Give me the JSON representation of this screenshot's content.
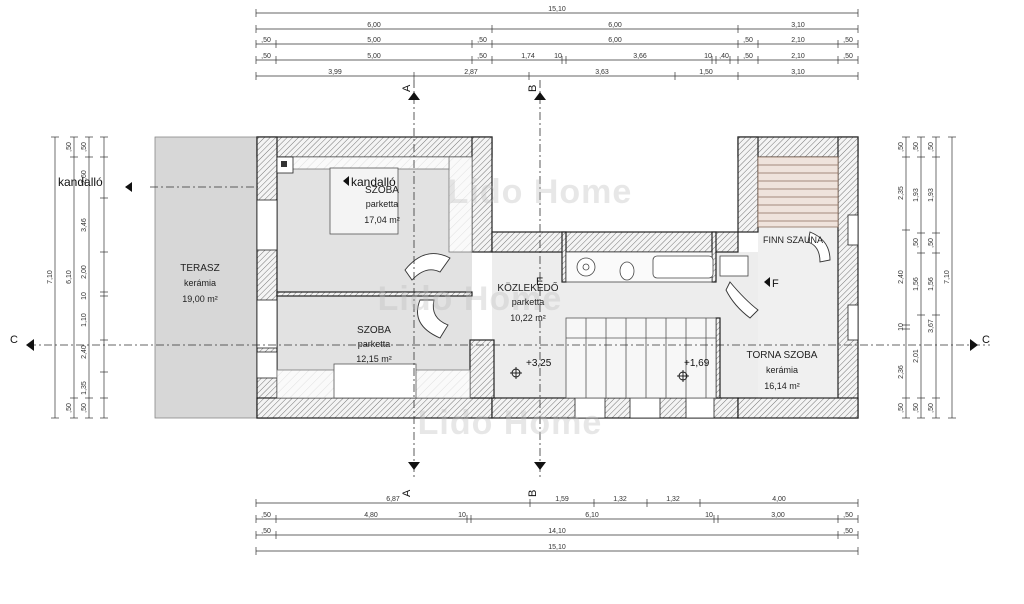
{
  "dims_top": {
    "row1": [
      "15,10"
    ],
    "row2": [
      "6,00",
      "6,00",
      "3,10"
    ],
    "row3": [
      ",50",
      "5,00",
      ",50",
      "6,00",
      ",50",
      "2,10",
      ",50"
    ],
    "row4": [
      ",50",
      "5,00",
      ",50",
      "1,74",
      "10",
      "3,66",
      "10",
      ",40",
      ",50",
      "2,10",
      ",50"
    ],
    "row5": [
      "3,99",
      "2,87",
      "3,63",
      "1,50",
      "3,10"
    ]
  },
  "dims_bottom": {
    "row1": [
      "6,87",
      "1,59",
      "1,32",
      "1,32",
      "4,00"
    ],
    "row2": [
      ",50",
      "4,80",
      "10",
      "6,10",
      "10",
      "3,00",
      ",50"
    ],
    "row3": [
      ",50",
      "14,10",
      ",50"
    ],
    "row4": [
      "15,10"
    ]
  },
  "dims_left": {
    "colA": [
      "7,10"
    ],
    "colB": [
      ",50",
      "6,10",
      ",50"
    ],
    "colC": [
      ",50",
      "2,60",
      "3,46",
      "2,00",
      "10",
      "1,10",
      "2,40",
      "1,35",
      ",50"
    ]
  },
  "dims_right": {
    "colA": [
      ",50",
      "2,35",
      "2,40",
      "10",
      "2,36",
      ",50"
    ],
    "colB": [
      ",50",
      "1,93",
      ",50",
      "1,56",
      "2,01",
      ",50"
    ],
    "colC": [
      ",50",
      "1,93",
      ",50",
      "1,56",
      "3,67",
      ",50"
    ],
    "colD": [
      "7,10"
    ]
  },
  "sections": {
    "a": "A",
    "b": "B",
    "c": "C",
    "f": "F",
    "e": "E"
  },
  "rooms": {
    "bedroom1": {
      "name": "SZOBA",
      "floor": "parketta",
      "area": "17,04 m²"
    },
    "bedroom2": {
      "name": "SZOBA",
      "floor": "parketta",
      "area": "12,15 m²"
    },
    "terrace": {
      "name": "TERASZ",
      "floor": "kerámia",
      "area": "19,00 m²"
    },
    "hall": {
      "name": "KÖZLEKEDŐ",
      "floor": "parketta",
      "area": "10,22 m²"
    },
    "gym": {
      "name": "TORNA SZOBA",
      "floor": "kerámia",
      "area": "16,14 m²"
    },
    "sauna": {
      "name": "FINN SZAUNA"
    }
  },
  "labels": {
    "fireplace_left": "kandalló",
    "fireplace_inner": "kandalló",
    "level1": "+3,25",
    "level2": "+1,69"
  },
  "watermark": "Lido Home"
}
